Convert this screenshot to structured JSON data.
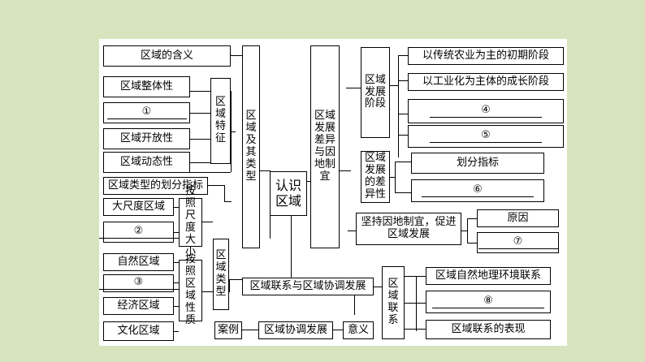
{
  "center": "认识区域",
  "col_quyu_jiqi_leixing": "区域及其类型",
  "col_quyu_fazhan_chayi": "区域发展差异与因地制宜",
  "left": {
    "hanyi": "区域的含义",
    "tezheng_label": "区域特征",
    "tezheng_items": [
      "区域整体性",
      "①",
      "区域开放性",
      "区域动态性"
    ],
    "leixing_label": "区域类型",
    "huafen": "区域类型的划分指标",
    "chidu_label": "按照尺度大小",
    "chidu_items": [
      "大尺度区域",
      "②"
    ],
    "xingzhi_label": "按照区域性质",
    "xingzhi_items": [
      "自然区域",
      "③",
      "经济区域",
      "文化区域"
    ]
  },
  "right": {
    "fazhan_jieduan_label": "区域发展阶段",
    "jieduan_items": [
      "以传统农业为主的初期阶段",
      "以工业化为主体的成长阶段",
      "④",
      "⑤"
    ],
    "chayi_label": "区域发展的差异性",
    "chayi_items": [
      "划分指标",
      "⑥"
    ],
    "yindi_label": "坚持因地制宜，促进区域发展",
    "yindi_items": [
      "原因",
      "⑦"
    ]
  },
  "bottom": {
    "xietiao": "区域联系与区域协调发展",
    "lianxi_label": "区域联系",
    "lianxi_items": [
      "区域自然地理环境联系",
      "⑧",
      "区域联系的表现"
    ],
    "anli": "案例",
    "anli_item": "区域协调发展",
    "yiyi": "意义"
  }
}
